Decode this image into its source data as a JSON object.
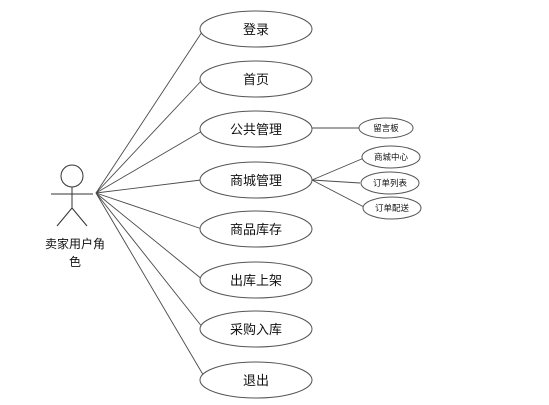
{
  "actor": {
    "label_line1": "卖家用户角",
    "label_line2": "色"
  },
  "use_cases": [
    {
      "id": "login",
      "label": "登录"
    },
    {
      "id": "home",
      "label": "首页"
    },
    {
      "id": "public",
      "label": "公共管理"
    },
    {
      "id": "mall",
      "label": "商城管理"
    },
    {
      "id": "stock",
      "label": "商品库存"
    },
    {
      "id": "shelve",
      "label": "出库上架"
    },
    {
      "id": "purchase",
      "label": "采购入库"
    },
    {
      "id": "logout",
      "label": "退出"
    }
  ],
  "sub_cases": [
    {
      "id": "board",
      "parent": "public",
      "label": "留言板"
    },
    {
      "id": "mall-center",
      "parent": "mall",
      "label": "商城中心"
    },
    {
      "id": "order-list",
      "parent": "mall",
      "label": "订单列表"
    },
    {
      "id": "order-ship",
      "parent": "mall",
      "label": "订单配送"
    }
  ]
}
